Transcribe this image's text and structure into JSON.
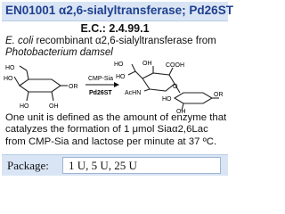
{
  "header": {
    "title": "EN01001  α2,6-sialyltransferase; Pd26ST",
    "ec_number": "E.C.: 2.4.99.1"
  },
  "description": {
    "organism": "E. coli",
    "line1_rest": " recombinant α2,6-sialyltransferase from",
    "line2": "Photobacterium damsel"
  },
  "scheme": {
    "ho": "HO",
    "oh": "OH",
    "or": "OR",
    "reagent": "CMP-Sia",
    "enzyme": "Pd26ST",
    "cooh": "COOH",
    "achn": "AcHN",
    "o": "O"
  },
  "unit_definition": {
    "line1": "One unit is defined as the amount of enzyme that",
    "line2": "catalyzes the formation of 1 μmol Siaα2,6Lac",
    "line3": "from CMP-Sia and lactose per minute at 37 ºC."
  },
  "package": {
    "label": "Package:",
    "value": "1 U, 5 U, 25 U"
  },
  "colors": {
    "title_text": "#1f3f8f",
    "bar_background": "#d9e5f4"
  }
}
